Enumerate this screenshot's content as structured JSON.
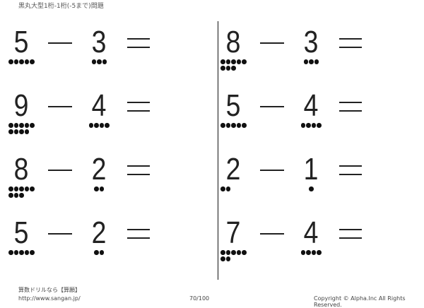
{
  "header": {
    "title": "黒丸大型1桁-1桁(-5まで)問題"
  },
  "problems": [
    {
      "a": "5",
      "op": "−",
      "b": "3",
      "eq": "="
    },
    {
      "a": "9",
      "op": "−",
      "b": "4",
      "eq": "="
    },
    {
      "a": "8",
      "op": "−",
      "b": "2",
      "eq": "="
    },
    {
      "a": "5",
      "op": "−",
      "b": "2",
      "eq": "="
    },
    {
      "a": "8",
      "op": "−",
      "b": "3",
      "eq": "="
    },
    {
      "a": "5",
      "op": "−",
      "b": "4",
      "eq": "="
    },
    {
      "a": "2",
      "op": "−",
      "b": "1",
      "eq": "="
    },
    {
      "a": "7",
      "op": "−",
      "b": "4",
      "eq": "="
    }
  ],
  "footer": {
    "brand": "算数ドリルなら【算願】",
    "url": "http://www.sangan.jp/",
    "page": "70/100",
    "copyright": "Copyright © Alpha.Inc All Rights Reserved."
  }
}
